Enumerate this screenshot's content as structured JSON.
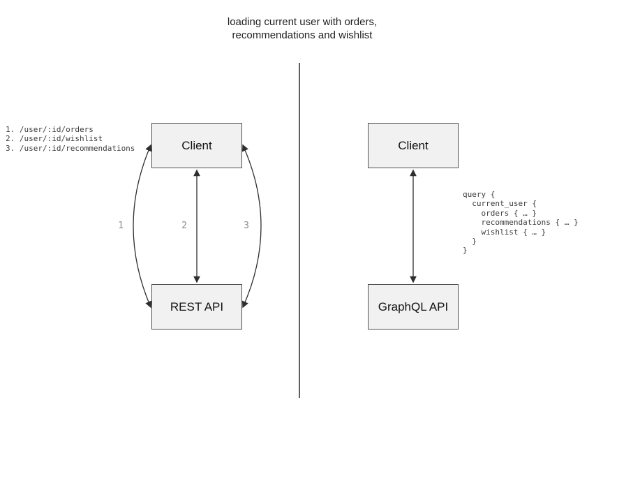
{
  "title": "loading current user with orders,\nrecommendations and wishlist",
  "left": {
    "endpoints": "1. /user/:id/orders\n2. /user/:id/wishlist\n3. /user/:id/recommendations",
    "client_label": "Client",
    "api_label": "REST API",
    "arrow_labels": [
      "1",
      "2",
      "3"
    ]
  },
  "right": {
    "client_label": "Client",
    "api_label": "GraphQL API",
    "query": "query {\n  current_user {\n    orders { … }\n    recommendations { … }\n    wishlist { … }\n  }\n}"
  },
  "colors": {
    "box_fill": "#f1f1f1",
    "box_border": "#4f4f4f",
    "line": "#2e2e2e",
    "divider": "#5f5f5f",
    "arrow_label": "#8c8c8c",
    "mono_text": "#3d3d3d",
    "title_text": "#1f1f1f"
  }
}
